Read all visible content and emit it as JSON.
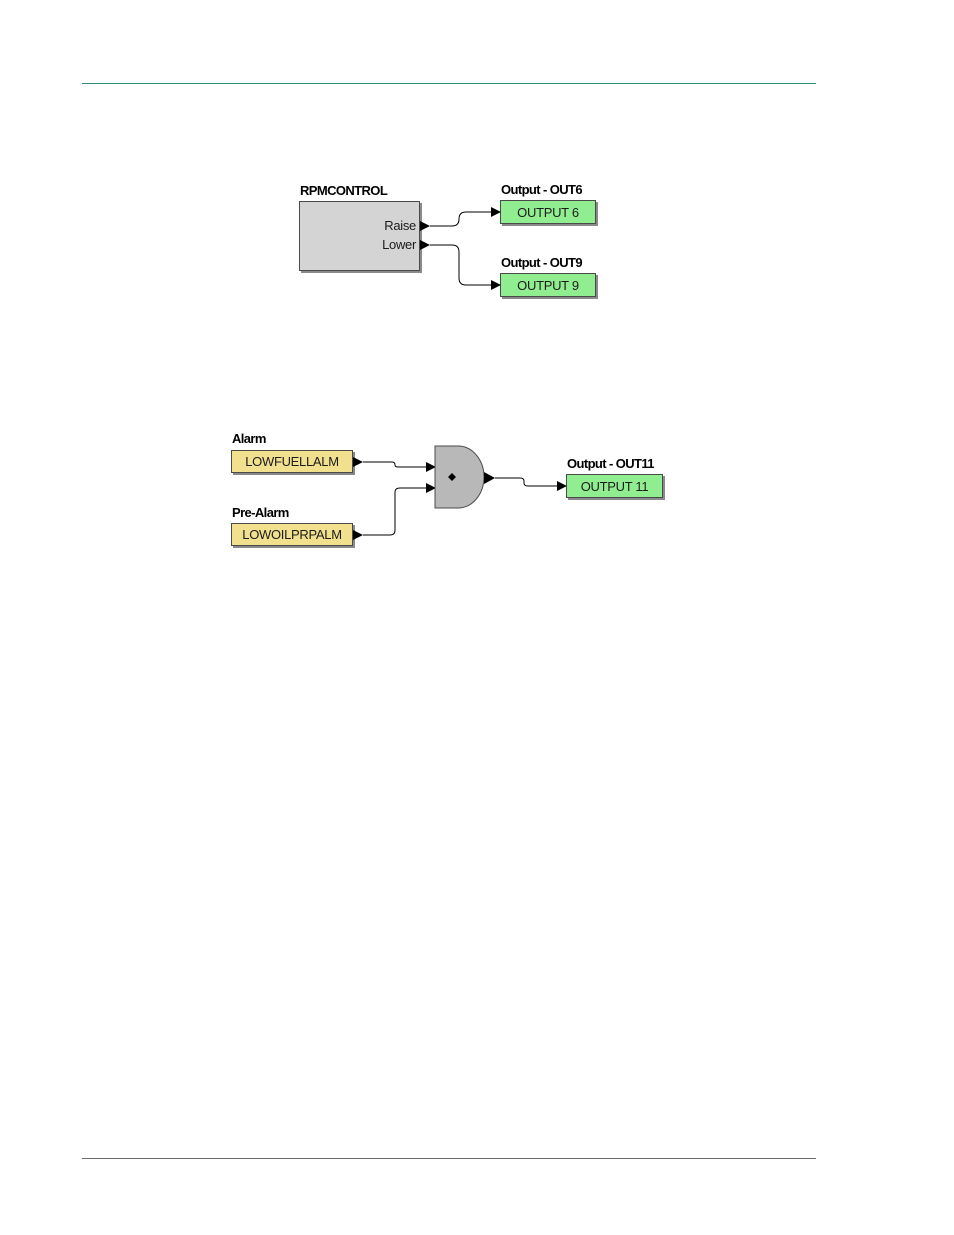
{
  "diagram1": {
    "block": {
      "title": "RPMCONTROL",
      "port_raise": "Raise",
      "port_lower": "Lower"
    },
    "out6": {
      "title": "Output - OUT6",
      "label": "OUTPUT 6"
    },
    "out9": {
      "title": "Output - OUT9",
      "label": "OUTPUT 9"
    }
  },
  "diagram2": {
    "alarm": {
      "title": "Alarm",
      "label": "LOWFUELLALM"
    },
    "prealarm": {
      "title": "Pre-Alarm",
      "label": "LOWOILPRPALM"
    },
    "gate": {
      "symbol": "•"
    },
    "out11": {
      "title": "Output - OUT11",
      "label": "OUTPUT 11"
    }
  },
  "colors": {
    "output_fill": "#90ee90",
    "input_fill": "#f1e08e",
    "block_fill": "#d4d4d4",
    "gate_fill": "#b8b8b8",
    "top_rule": "#2f8f84"
  }
}
